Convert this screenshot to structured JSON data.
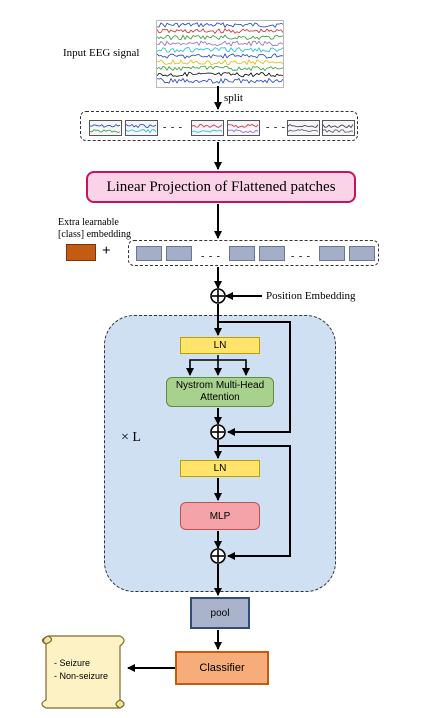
{
  "labels": {
    "input_signal": "Input EEG signal",
    "split": "split",
    "linear_projection": "Linear Projection of Flattened patches",
    "extra_embedding_line1": "Extra learnable",
    "extra_embedding_line2": "[class] embedding",
    "plus": "+",
    "position_embedding": "Position Embedding",
    "ln_1": "LN",
    "attention_line1": "Nystrom Multi-Head",
    "attention_line2": "Attention",
    "repeat": "× L",
    "ln_2": "LN",
    "mlp": "MLP",
    "pool": "pool",
    "classifier": "Classifier",
    "output_1": "- Seizure",
    "output_2": "- Non-seizure"
  },
  "colors": {
    "linear_projection_fill": "#fbd3e9",
    "linear_projection_border": "#c2185b",
    "encoder_fill": "#cfe0f3",
    "ln_fill": "#ffe36a",
    "attention_fill": "#a9d18e",
    "mlp_fill": "#f4a3a8",
    "pool_fill": "#a9b3cb",
    "classifier_fill": "#f6ad7a",
    "class_token_fill": "#c55a11",
    "patch_token_fill": "#a3afc8",
    "scroll_fill": "#fdf2c4"
  },
  "eeg_trace_colors": [
    "#1f3fbf",
    "#d62728",
    "#2ca02c",
    "#9467bd",
    "#17becf",
    "#1f3fbf",
    "#e6b800",
    "#2ca02c",
    "#000000",
    "#1f3fbf"
  ],
  "patch_trace_colors": [
    [
      "#1f3fbf",
      "#2ca02c"
    ],
    [
      "#1f3fbf",
      "#17becf"
    ],
    [
      "#d62728",
      "#17becf"
    ],
    [
      "#d62728",
      "#9467bd"
    ],
    [
      "#333333",
      "#555555"
    ],
    [
      "#333333",
      "#555555"
    ]
  ]
}
